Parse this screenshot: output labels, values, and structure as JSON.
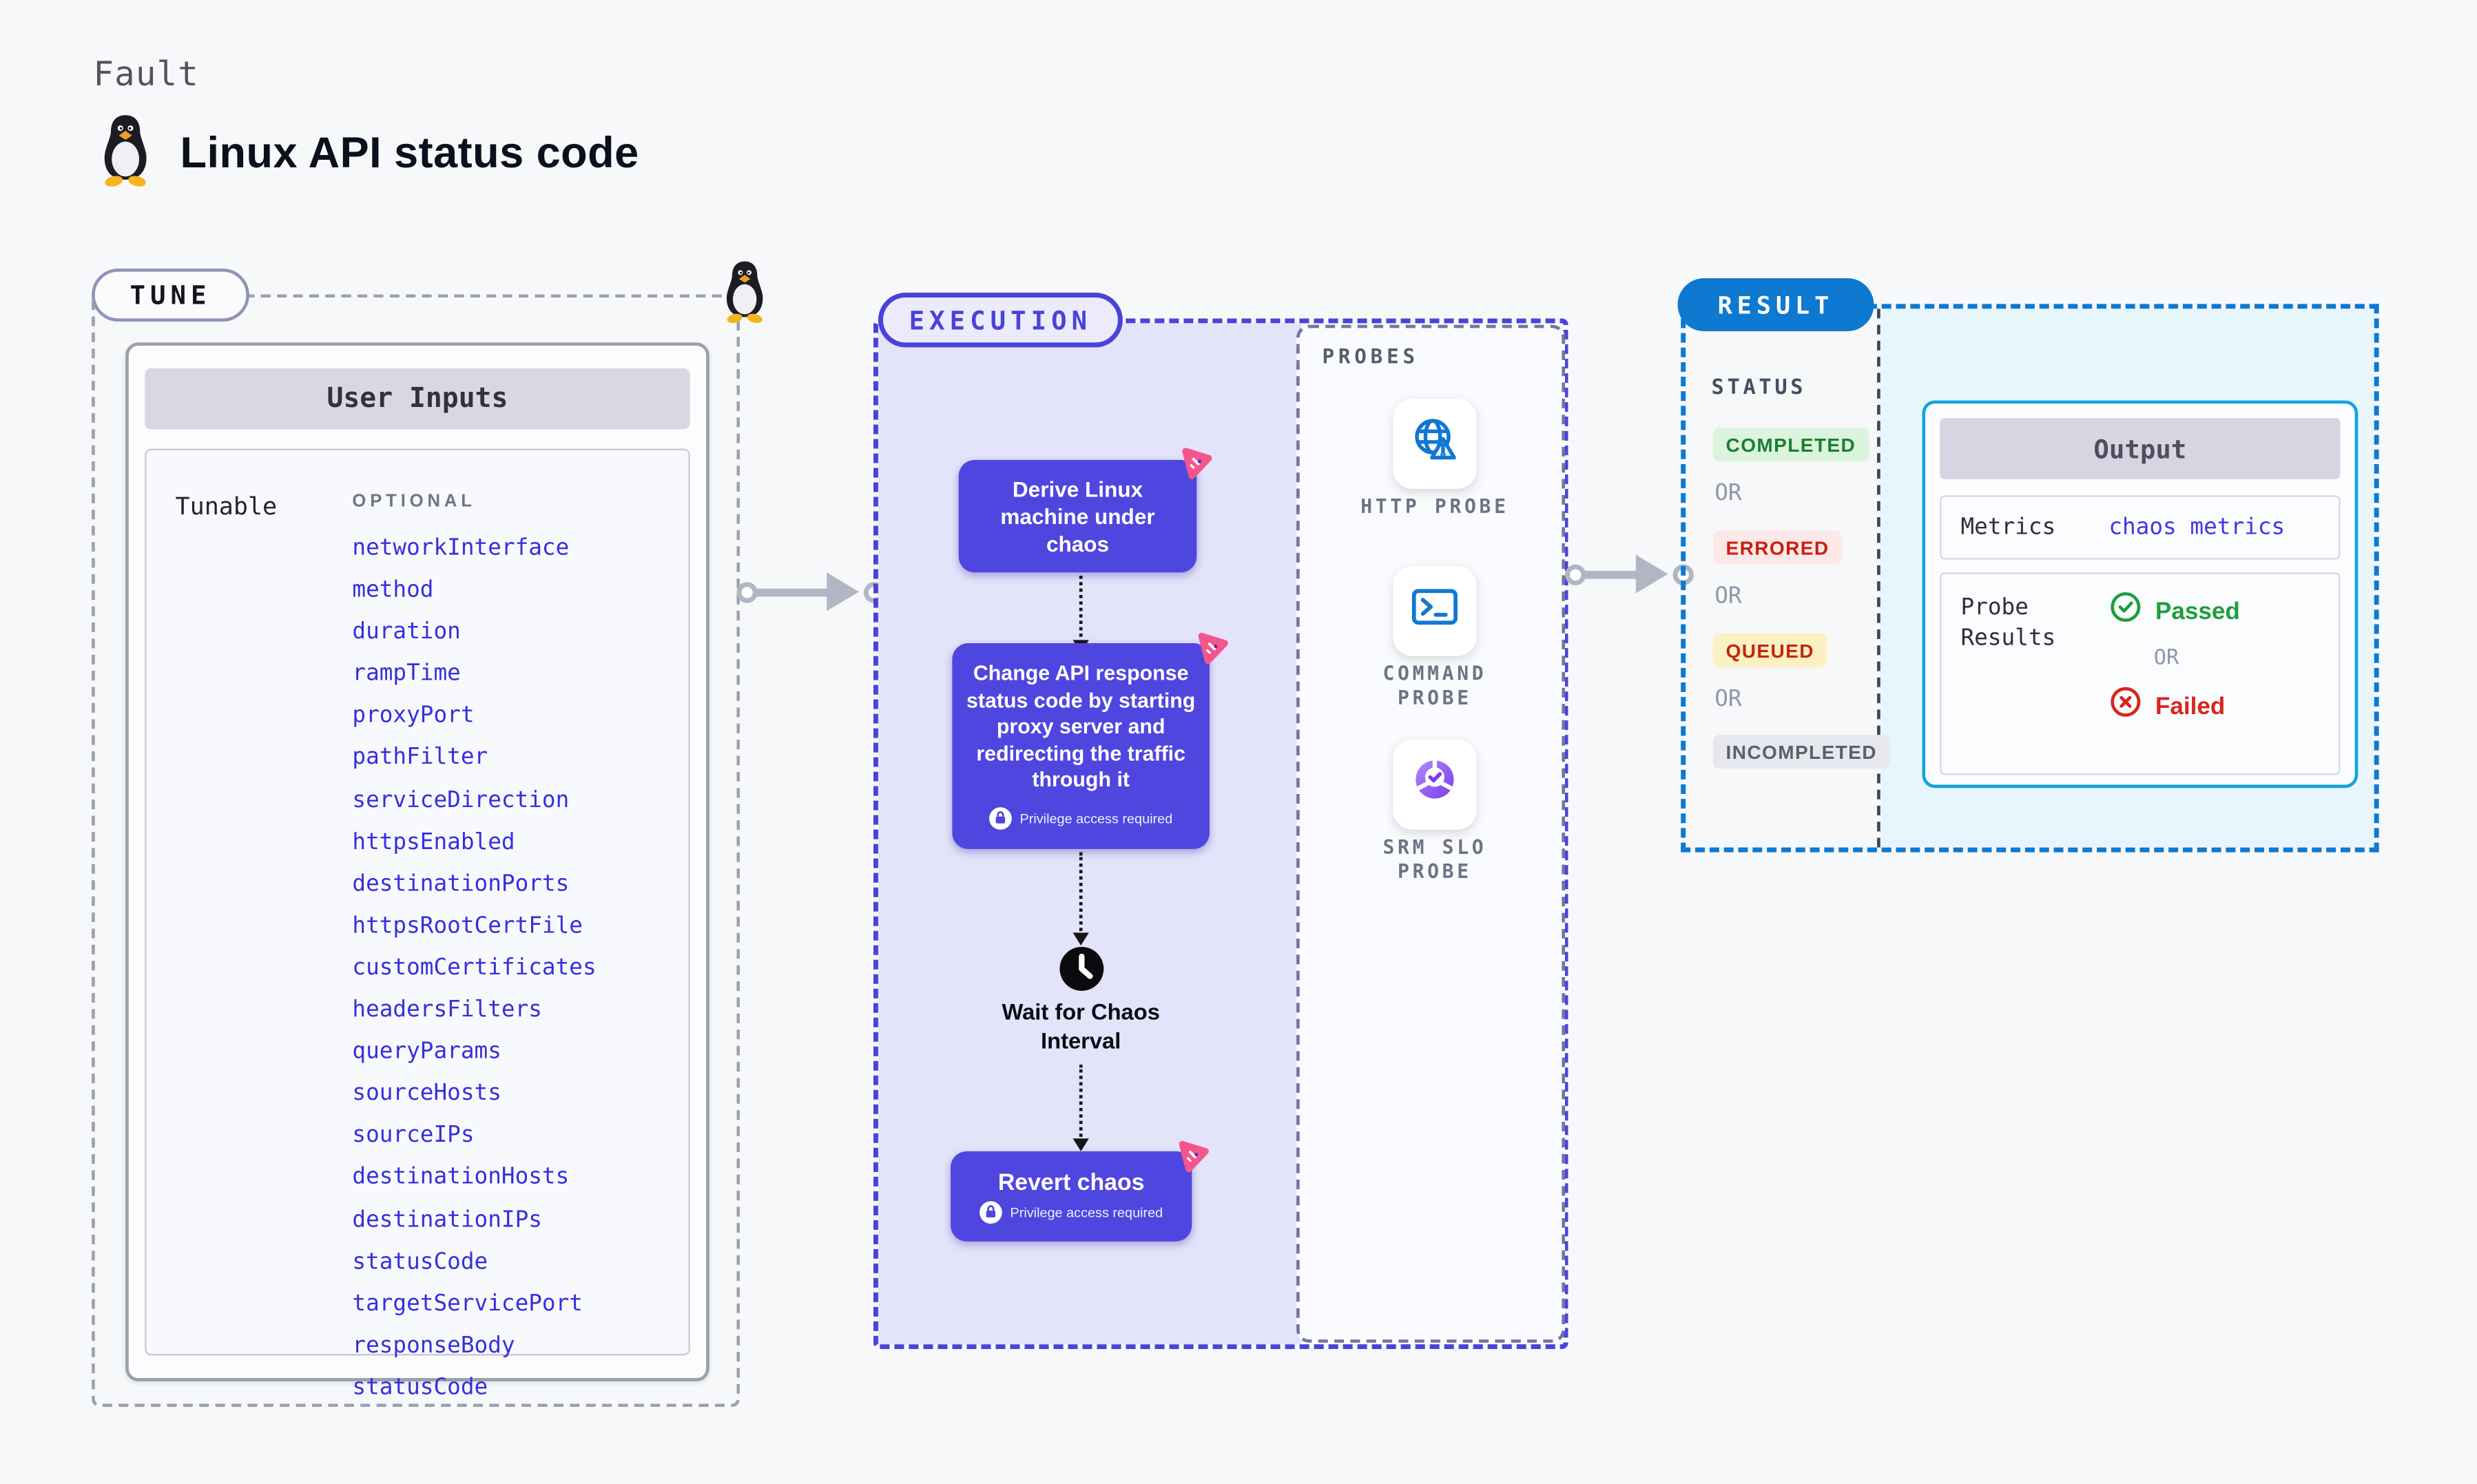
{
  "page": {
    "kicker": "Fault",
    "title": "Linux API status code"
  },
  "colors": {
    "accent_indigo": "#4a43d9",
    "node_indigo": "#4f46e0",
    "result_blue": "#0e79d0",
    "output_cyan": "#16a3de",
    "success_green": "#1d9e3e",
    "error_red": "#d7261d",
    "queued_amber": "#fdf0c2",
    "chaos_pink": "#f5558c",
    "probe_blue": "#1177d3",
    "slo_purple": "#8b5cf6"
  },
  "tune": {
    "badge": "TUNE",
    "panel_title": "User Inputs",
    "row_label": "Tunable",
    "column_header": "OPTIONAL",
    "tunables": [
      "networkInterface",
      "method",
      "duration",
      "rampTime",
      "proxyPort",
      "pathFilter",
      "serviceDirection",
      "httpsEnabled",
      "destinationPorts",
      "httpsRootCertFile",
      "customCertificates",
      "headersFilters",
      "queryParams",
      "sourceHosts",
      "sourceIPs",
      "destinationHosts",
      "destinationIPs",
      "statusCode",
      "targetServicePort",
      "responseBody",
      "statusCode"
    ]
  },
  "execution": {
    "badge": "EXECUTION",
    "derive_step": "Derive Linux machine under chaos",
    "change_step": "Change API response status code by starting proxy server and redirecting the traffic through it",
    "wait_step": "Wait for Chaos Interval",
    "revert_step": "Revert chaos",
    "privilege_note": "Privilege access required"
  },
  "probes": {
    "label": "PROBES",
    "items": [
      {
        "label": "HTTP PROBE"
      },
      {
        "label": "COMMAND PROBE"
      },
      {
        "label": "SRM SLO PROBE"
      }
    ]
  },
  "result": {
    "badge": "RESULT",
    "status_label": "STATUS",
    "or_label": "OR",
    "statuses": [
      "COMPLETED",
      "ERRORED",
      "QUEUED",
      "INCOMPLETED"
    ],
    "output": {
      "title": "Output",
      "metrics_label": "Metrics",
      "metrics_link": "chaos metrics",
      "probe_results_label": "Probe Results",
      "passed_label": "Passed",
      "failed_label": "Failed"
    }
  }
}
